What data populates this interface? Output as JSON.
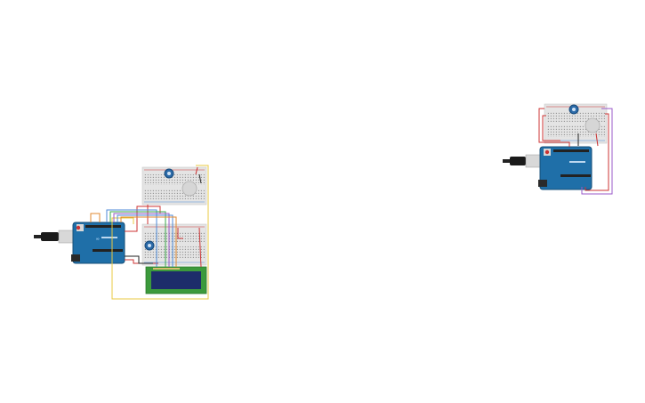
{
  "canvas": {
    "circuits": [
      {
        "name": "circuit-left",
        "components": [
          "usb-cable",
          "arduino-uno",
          "breadboard-top",
          "breadboard-bottom",
          "potentiometer",
          "piezo-buzzer",
          "lcd-16x2"
        ]
      },
      {
        "name": "circuit-right",
        "components": [
          "usb-cable",
          "arduino-uno",
          "breadboard",
          "potentiometer",
          "piezo-buzzer"
        ]
      }
    ]
  },
  "colors": {
    "arduino": "#1f6fa8",
    "breadboard": "#e4e4e4",
    "lcd_pcb": "#3c9a3c",
    "lcd_screen": "#1d2d6a",
    "wire_red": "#cc3333",
    "wire_black": "#222222",
    "wire_yellow": "#e8c840",
    "wire_purple": "#9a5ac8",
    "wire_green": "#3aa84a",
    "wire_blue": "#4c8ad8",
    "wire_orange": "#e08a30"
  }
}
